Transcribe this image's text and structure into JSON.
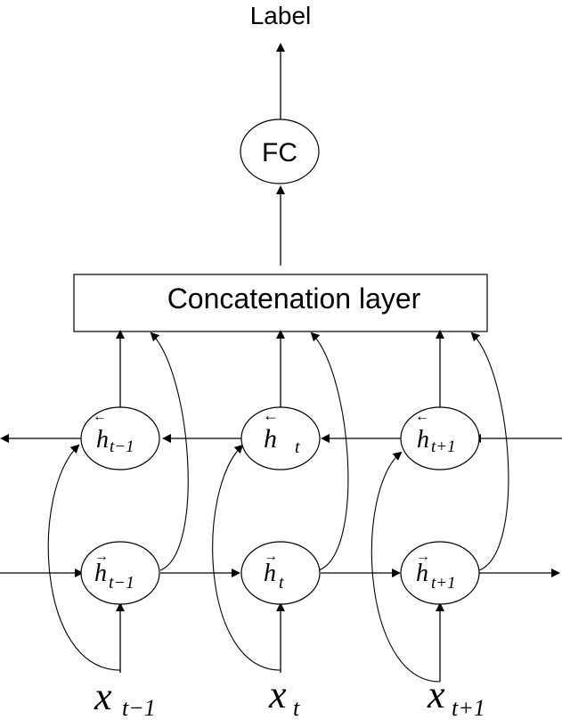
{
  "output_label": "Label",
  "fc_label": "FC",
  "concat_label": "Concatenation layer",
  "backward_states": [
    {
      "base": "h",
      "sub": "t−1"
    },
    {
      "base": "h",
      "sub": "t"
    },
    {
      "base": "h",
      "sub": "t+1"
    }
  ],
  "forward_states": [
    {
      "base": "h",
      "sub": "t−1"
    },
    {
      "base": "h",
      "sub": "t"
    },
    {
      "base": "h",
      "sub": "t+1"
    }
  ],
  "inputs": [
    {
      "base": "x",
      "sub": "t−1"
    },
    {
      "base": "x",
      "sub": "t"
    },
    {
      "base": "x",
      "sub": "t+1"
    }
  ]
}
